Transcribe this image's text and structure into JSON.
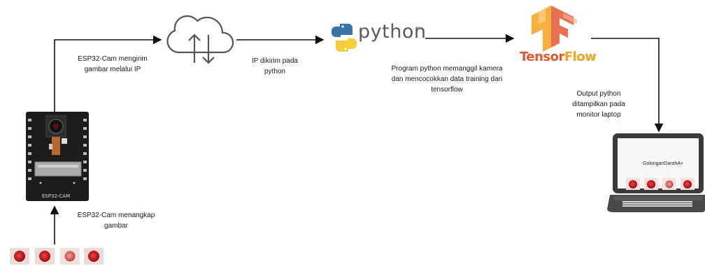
{
  "nodes": {
    "python": {
      "text": "python",
      "tm": "™"
    },
    "tensorflow": {
      "part1": "Tensor",
      "part2": "Flow"
    },
    "esp32": {
      "board_label": "ESP32-CAM"
    },
    "laptop": {
      "screen_title": "GolonganDarahA+"
    }
  },
  "labels": {
    "esp_to_cloud": "ESP32-Cam mengirim gambar melalui IP",
    "cloud_to_python": "IP dikirim pada python",
    "python_to_tf": "Program python memanggil kamera dan mencocokkan data training dari tensorflow",
    "tf_to_laptop": "Output python ditampilkan pada monitor laptop",
    "capture": "ESP32-Cam menangkap gambar"
  },
  "colors": {
    "arrow": "#111111",
    "blood": "#c0161b",
    "python_blue": "#3a74a8",
    "python_yellow": "#f5cf3a",
    "tf_orange": "#e4572e",
    "tf_yellow": "#f6a21e"
  },
  "icons": [
    "cloud-upload-download-icon",
    "python-logo-icon",
    "tensorflow-logo-icon",
    "esp32-cam-board-icon",
    "laptop-icon",
    "blood-sample-icon"
  ]
}
